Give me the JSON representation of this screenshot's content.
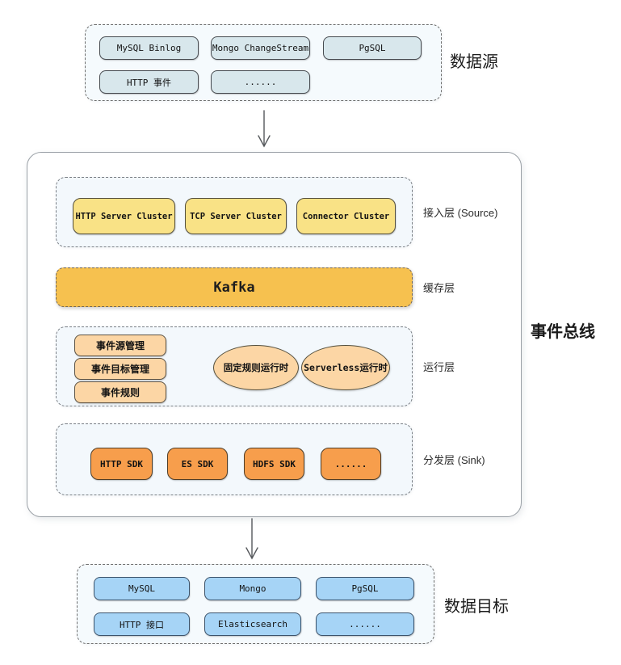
{
  "data_sources": {
    "label": "数据源",
    "items": [
      "MySQL Binlog",
      "Mongo ChangeStream",
      "PgSQL",
      "HTTP 事件",
      "......"
    ]
  },
  "event_bus": {
    "label": "事件总线",
    "source_layer": {
      "label": "接入层 (Source)",
      "items": [
        "HTTP Server Cluster",
        "TCP Server Cluster",
        "Connector Cluster"
      ]
    },
    "cache_layer": {
      "label": "缓存层",
      "items": [
        "Kafka"
      ]
    },
    "runtime_layer": {
      "label": "运行层",
      "boxes": [
        "事件源管理",
        "事件目标管理",
        "事件规则"
      ],
      "ellipses": [
        "固定规则运行时",
        "Serverless运行时"
      ]
    },
    "sink_layer": {
      "label": "分发层 (Sink)",
      "items": [
        "HTTP SDK",
        "ES SDK",
        "HDFS SDK",
        "......"
      ]
    }
  },
  "data_targets": {
    "label": "数据目标",
    "items": [
      "MySQL",
      "Mongo",
      "PgSQL",
      "HTTP 接口",
      "Elasticsearch",
      "......"
    ]
  },
  "colors": {
    "source_box": "#d8e7ec",
    "access_box": "#f9e286",
    "kafka": "#f6c14f",
    "runtime_box": "#fcd6a5",
    "sink_box": "#f79e4c",
    "target_box": "#a6d4f6"
  }
}
